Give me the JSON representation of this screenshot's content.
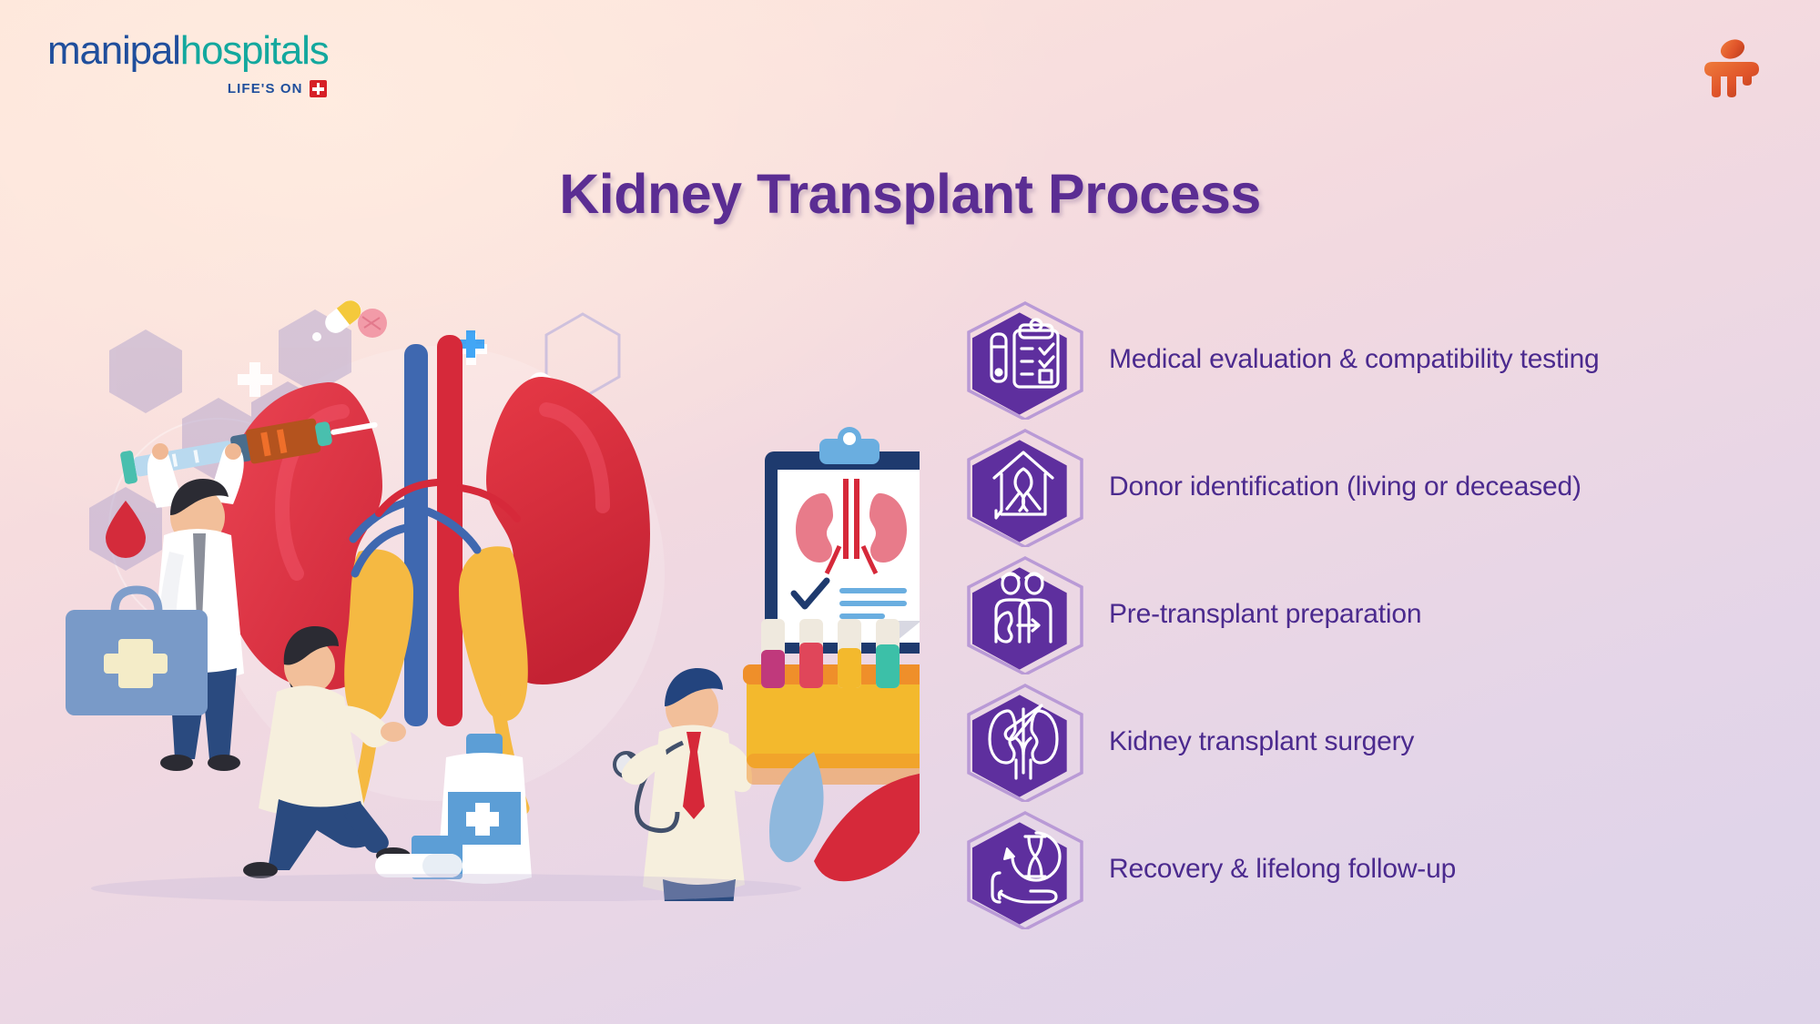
{
  "brand": {
    "logo_part1": "manipal",
    "logo_part2": "hospitals",
    "tagline": "LIFE'S ON",
    "cross_icon": "red-cross-icon",
    "mark_icon": "manipal-pillar-mark-icon",
    "colors": {
      "logo_blue": "#1f4e9c",
      "logo_teal": "#13a89e",
      "cross_red": "#d62027",
      "mark_orange": "#e0542a"
    }
  },
  "header": {
    "title": "Kidney Transplant Process",
    "title_color": "#5b2d93"
  },
  "theme": {
    "hex_fill": "#5e2f9e",
    "hex_outline": "#b99ad6",
    "text_purple": "#4b2a8e",
    "bg_top": "#fde5d9",
    "bg_bottom": "#ded3e8"
  },
  "steps": [
    {
      "index": 1,
      "label": "Medical evaluation & compatibility testing",
      "icon": "clipboard-checklist-test-tube-icon"
    },
    {
      "index": 2,
      "label": "Donor identification (living or deceased)",
      "icon": "house-awareness-ribbon-icon"
    },
    {
      "index": 3,
      "label": "Pre-transplant preparation",
      "icon": "two-people-kidney-transfer-icon"
    },
    {
      "index": 4,
      "label": "Kidney transplant surgery",
      "icon": "kidneys-scalpel-icon"
    },
    {
      "index": 5,
      "label": "Recovery & lifelong follow-up",
      "icon": "hand-hourglass-icon"
    }
  ],
  "illustration": {
    "name": "kidney-transplant-scene-illustration",
    "elements": [
      "kidney-pair-anatomy",
      "doctor-holding-syringe",
      "doctor-kneeling-with-kidney",
      "doctor-with-stethoscope",
      "clipboard-kidney-report",
      "test-tube-rack",
      "medicine-bottle",
      "first-aid-bag",
      "blood-drop",
      "pill-capsule",
      "tablet-pill",
      "hexagon-shapes",
      "leaves"
    ]
  }
}
